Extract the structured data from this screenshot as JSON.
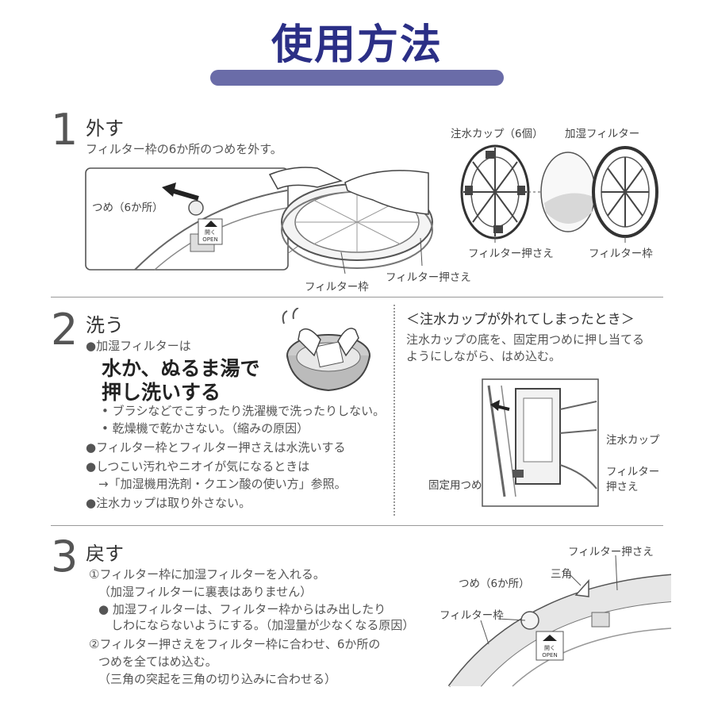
{
  "title": "使用方法",
  "step1": {
    "number": "1",
    "heading": "外す",
    "desc": "フィルター枠の6か所のつめを外す。",
    "inset_tab_label": "つめ（6か所）",
    "open_top": "開く",
    "open_bottom": "OPEN",
    "frame_label": "フィルター枠",
    "holder_label": "フィルター押さえ",
    "cup_label": "注水カップ（6個）",
    "filter_label": "加湿フィルター",
    "holder_label2": "フィルター押さえ",
    "frame_label2": "フィルター枠"
  },
  "step2": {
    "number": "2",
    "heading": "洗う",
    "bullet1": "●加湿フィルターは",
    "big_line1": "水か、ぬるま湯で",
    "big_line2": "押し洗いする",
    "sub1": "• ブラシなどでこすったり洗濯機で洗ったりしない。",
    "sub2": "• 乾燥機で乾かさない。（縮みの原因）",
    "bullet2": "●フィルター枠とフィルター押さえは水洗いする",
    "bullet3": "●しつこい汚れやニオイが気になるときは",
    "bullet3_ref": "→「加湿機用洗剤・クエン酸の使い方」参照。",
    "bullet4": "●注水カップは取り外さない。",
    "side_title": "＜注水カップが外れてしまったとき＞",
    "side_desc1": "注水カップの底を、固定用つめに押し当てる",
    "side_desc2": "ようにしながら、はめ込む。",
    "side_cup_label": "注水カップ",
    "side_holder_label1": "フィルター",
    "side_holder_label2": "押さえ",
    "side_tab_label": "固定用つめ"
  },
  "step3": {
    "number": "3",
    "heading": "戻す",
    "line1": "①フィルター枠に加湿フィルターを入れる。",
    "line2": "（加湿フィルターに裏表はありません）",
    "line3": "● 加湿フィルターは、フィルター枠からはみ出したり",
    "line4": "しわにならないようにする。（加湿量が少なくなる原因）",
    "line5": "②フィルター押さえをフィルター枠に合わせ、6か所の",
    "line6": "つめを全てはめ込む。",
    "line7": "（三角の突起を三角の切り込みに合わせる）",
    "holder_label": "フィルター押さえ",
    "triangle_label": "三角",
    "tab_label": "つめ（6か所）",
    "frame_label": "フィルター枠",
    "open_top": "開く",
    "open_bottom": "OPEN"
  }
}
